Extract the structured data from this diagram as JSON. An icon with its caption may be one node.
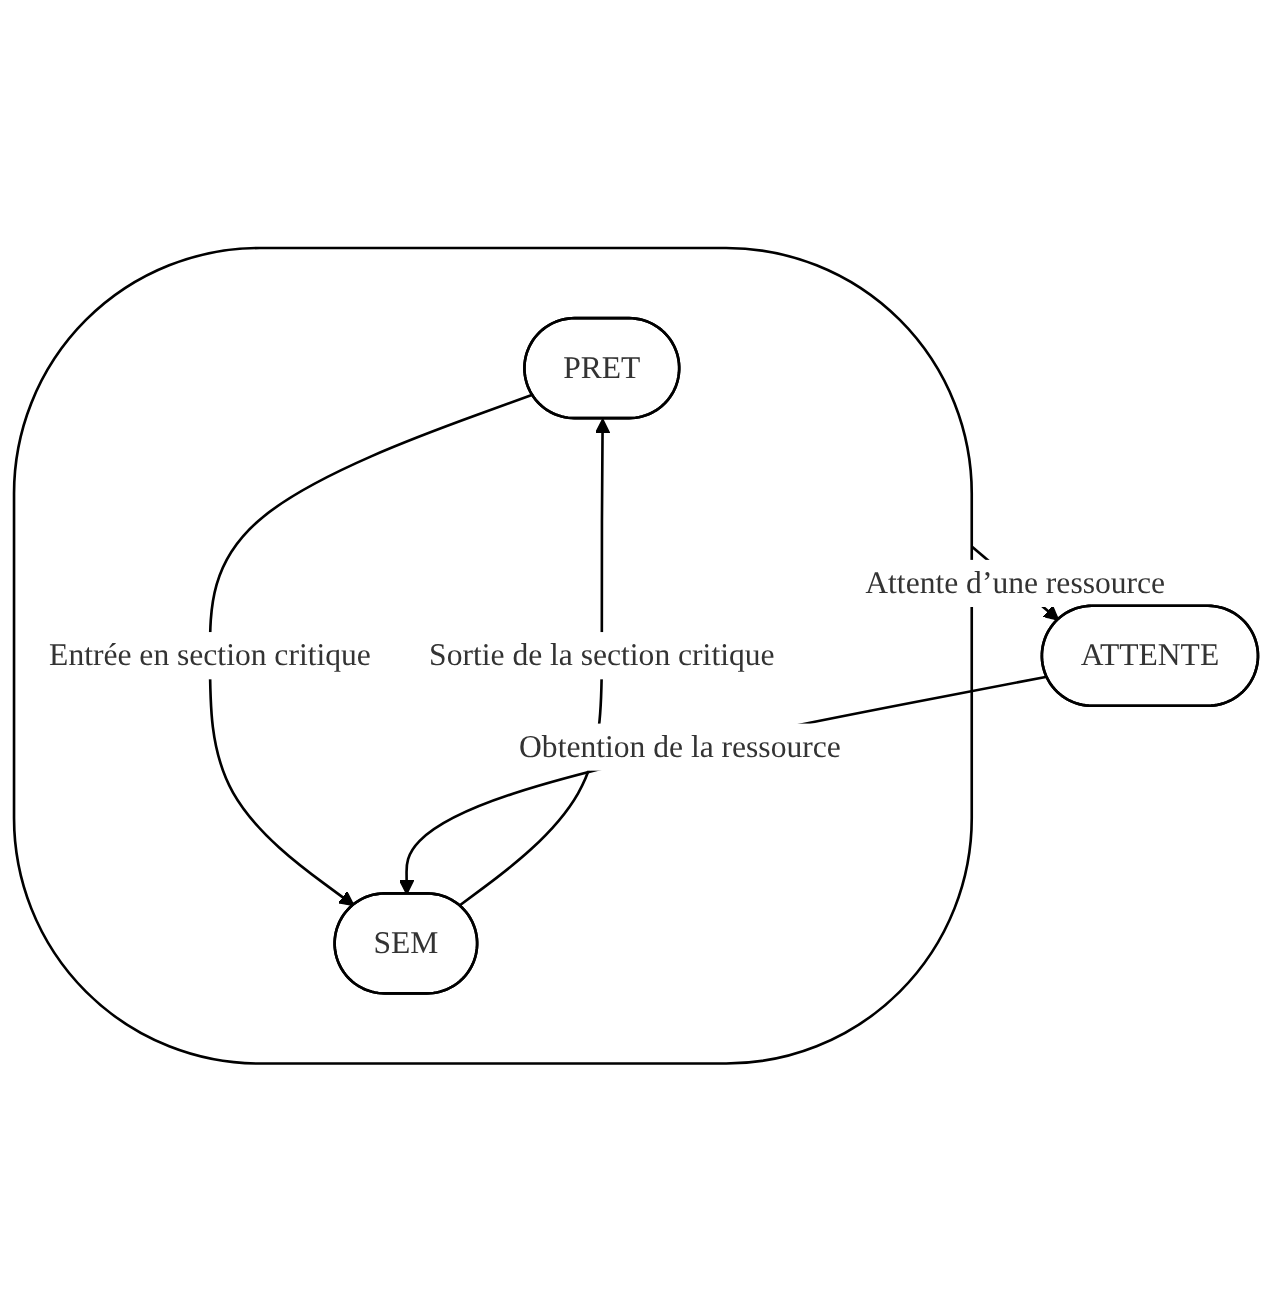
{
  "diagram": {
    "nodes": [
      {
        "text": [],
        "shape": "ellipse"
      },
      {
        "text": [
          "PRET"
        ],
        "in": 0
      },
      {
        "text": [
          "SEM"
        ],
        "in": 0
      },
      {
        "text": [
          "ATTENTE"
        ]
      }
    ],
    "edges": [
      {
        "from": 1,
        "to": 2,
        "arrow": "to",
        "label": "Entrée en section critique"
      },
      {
        "from": 2,
        "to": 1,
        "arrow": "to",
        "label": "Sortie de la section critique"
      },
      {
        "from": 0,
        "to": 3,
        "arrow": "to",
        "label": "Attente d’une ressource"
      },
      {
        "from": 3,
        "to": 2,
        "arrow": "to",
        "label": "Obtention de la ressource"
      }
    ]
  }
}
